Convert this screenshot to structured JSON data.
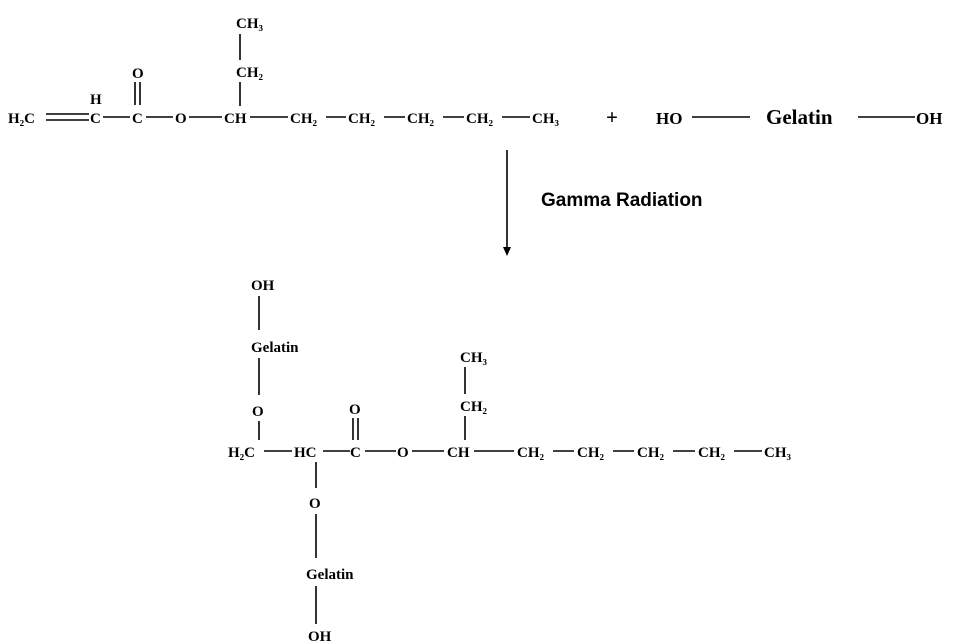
{
  "reactant_monomer": {
    "h2c": "H₂C",
    "ch_vinyl": "C",
    "h_vinyl": "H",
    "carbonyl_c": "C",
    "carbonyl_o": "O",
    "ester_o": "O",
    "ch": "CH",
    "side_ch2": "CH₂",
    "side_ch3": "CH₃",
    "chain": [
      "CH₂",
      "CH₂",
      "CH₂",
      "CH₂",
      "CH₃"
    ]
  },
  "plus_sign": "+",
  "reactant_gelatin": {
    "ho": "HO",
    "gelatin": "Gelatin",
    "oh": "OH"
  },
  "reaction_condition": "Gamma Radiation",
  "product": {
    "top_oh": "OH",
    "top_gelatin": "Gelatin",
    "top_o": "O",
    "h2c": "H₂C",
    "hc": "HC",
    "carbonyl_c": "C",
    "carbonyl_o": "O",
    "ester_o": "O",
    "ch": "CH",
    "side_ch2": "CH₂",
    "side_ch3": "CH₃",
    "chain": [
      "CH₂",
      "CH₂",
      "CH₂",
      "CH₂",
      "CH₃"
    ],
    "bottom_o": "O",
    "bottom_gelatin": "Gelatin",
    "bottom_oh": "OH"
  }
}
